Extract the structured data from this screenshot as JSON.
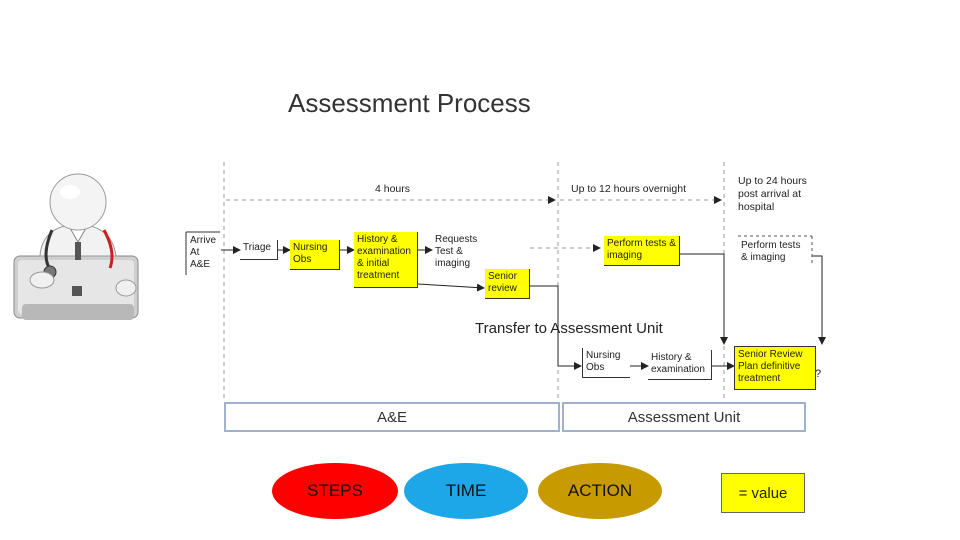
{
  "title": "Assessment Process",
  "time_labels": {
    "four_hours": "4 hours",
    "up_to_12": "Up to 12 hours overnight",
    "up_to_24": "Up to 24 hours post arrival at hospital"
  },
  "steps": {
    "arrive": "Arrive At A&E",
    "triage": "Triage",
    "nursing_obs": "Nursing Obs",
    "history_exam": "History & examination & initial treatment",
    "requests": "Requests Test & imaging",
    "senior_review": "Senior review",
    "perform_tests_1": "Perform tests & imaging",
    "perform_tests_2": "Perform tests & imaging",
    "transfer": "Transfer to Assessment Unit",
    "au_nursing_obs": "Nursing Obs",
    "au_history": "History & examination",
    "senior_review_plan": "Senior Review Plan definitive treatment",
    "question_mark": "?"
  },
  "zones": {
    "ae": "A&E",
    "assessment_unit": "Assessment Unit"
  },
  "legend": {
    "steps": "STEPS",
    "time": "TIME",
    "action": "ACTION",
    "value": "= value"
  },
  "colors": {
    "value_highlight": "#ffff00",
    "steps_oval": "#ff0000",
    "time_oval": "#1ea7e8",
    "action_oval": "#c79a00",
    "zone_border": "#9fb3cf"
  },
  "icons": {
    "doctor": "doctor-with-stethoscope-icon"
  }
}
